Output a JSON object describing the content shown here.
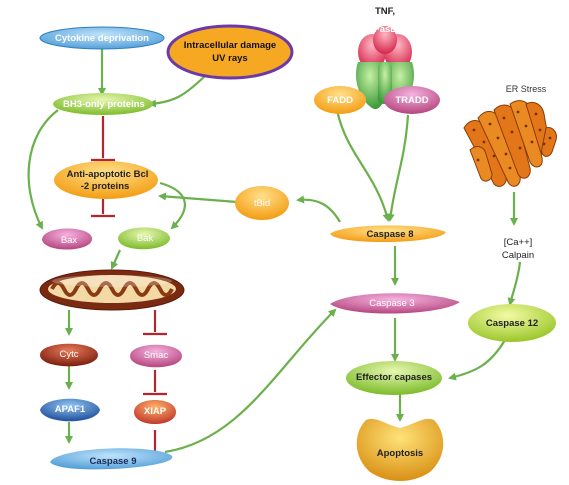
{
  "nodes": {
    "cytokine": "Cytokine deprivation",
    "intracellular_line1": "Intracellular damage",
    "intracellular_line2": "UV rays",
    "bh3": "BH3-only proteins",
    "antiapop_line1": "Anti-apoptotic Bcl",
    "antiapop_line2": "-2 proteins",
    "bax": "Bax",
    "bak": "Bak",
    "tbid": "tBid",
    "cytc": "Cytc",
    "smac": "Smac",
    "apaf1": "APAF1",
    "xiap": "XIAP",
    "caspase9": "Caspase 9",
    "tnf_line1": "TNF,",
    "tnf_line2": "FasL",
    "fadd": "FADD",
    "tradd": "TRADD",
    "caspase8": "Caspase 8",
    "er_stress": "ER Stress",
    "ca_line1": "[Ca++]",
    "ca_line2": "Calpain",
    "caspase3": "Caspase 3",
    "caspase12": "Caspase 12",
    "effector": "Effector capases",
    "apoptosis": "Apoptosis"
  },
  "colors": {
    "activation_arrow": "#6ab04c",
    "inhibition_bar": "#b3262e",
    "green_node": "#8cc63f",
    "orange_node": "#f7a823",
    "purple_node": "#c9509b",
    "blue_node": "#3a74c4",
    "red_node": "#c0392b"
  }
}
